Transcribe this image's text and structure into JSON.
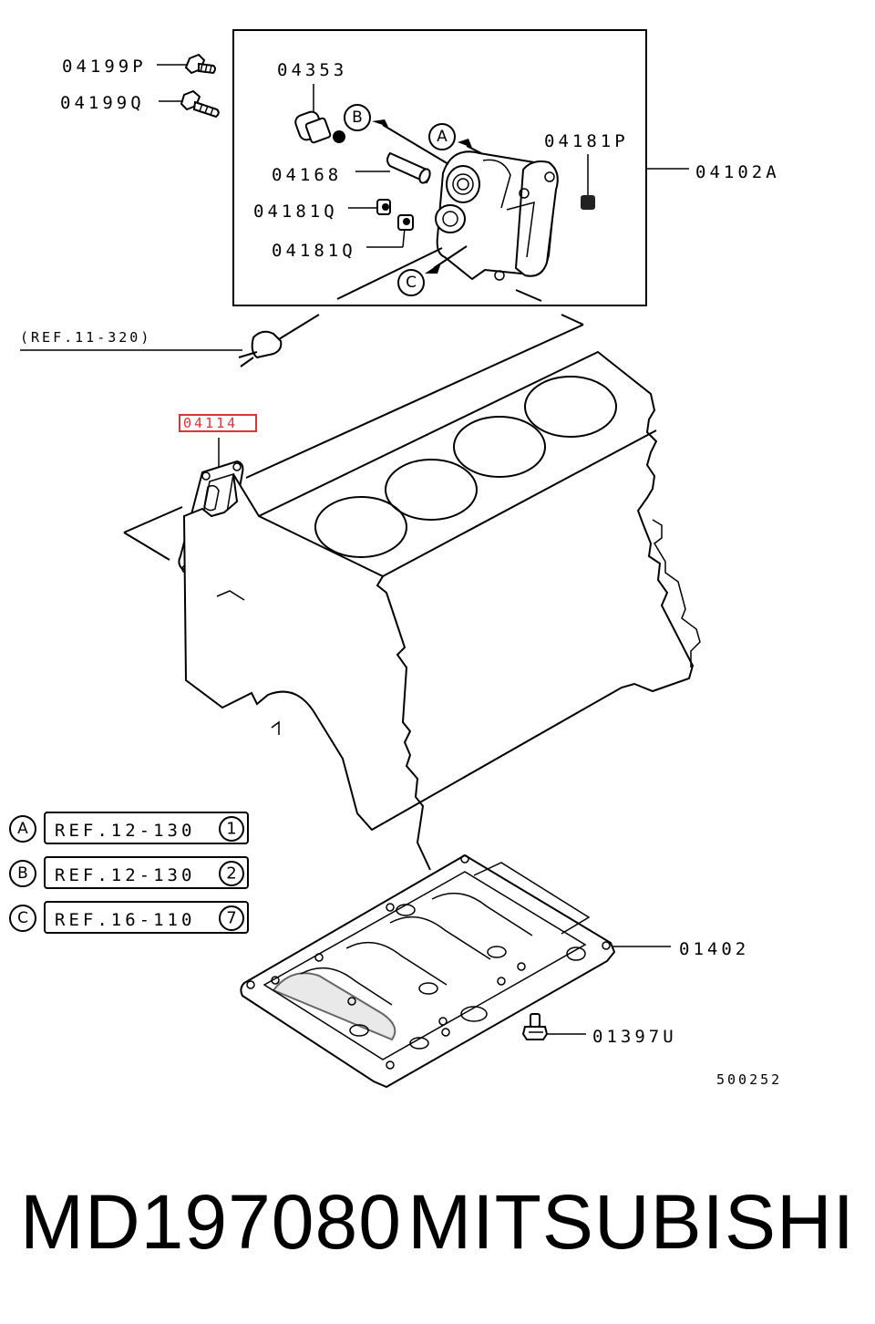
{
  "parts": {
    "p04199P": "04199P",
    "p04199Q": "04199Q",
    "p04353": "04353",
    "p04168": "04168",
    "p04181Q_a": "04181Q",
    "p04181Q_b": "04181Q",
    "p04181P": "04181P",
    "p04102A": "04102A",
    "p04114": "04114",
    "p01402": "01402",
    "p01397U": "01397U"
  },
  "highlighted_part": "04114",
  "ref_top": "(REF.11-320)",
  "callouts": {
    "A": "A",
    "B": "B",
    "C": "C"
  },
  "references": [
    {
      "letter": "A",
      "text": "REF.12-130",
      "num": "1"
    },
    {
      "letter": "B",
      "text": "REF.12-130",
      "num": "2"
    },
    {
      "letter": "C",
      "text": "REF.16-110",
      "num": "7"
    }
  ],
  "diagram_code": "500252",
  "footer": {
    "part_number": "MD197080",
    "brand": "MITSUBISHI"
  },
  "colors": {
    "highlight": "#d33333"
  }
}
